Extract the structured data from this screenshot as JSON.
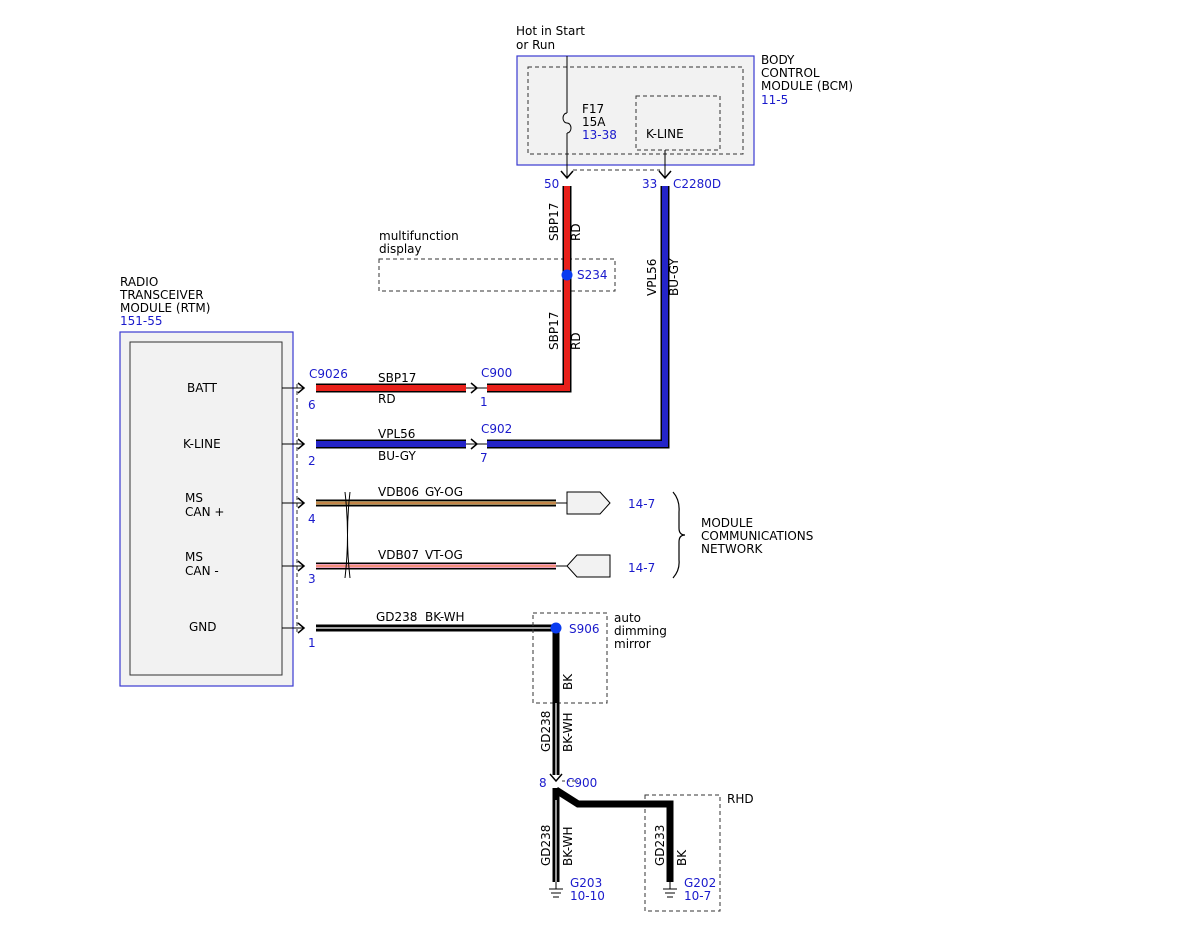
{
  "bcm": {
    "title": [
      "BODY",
      "CONTROL",
      "MODULE (BCM)"
    ],
    "ref": "11-5",
    "power_label": [
      "Hot in Start",
      "or Run"
    ],
    "fuse_name": "F17",
    "fuse_rating": "15A",
    "fuse_ref": "13-38",
    "kline_label": "K-LINE",
    "pin_power": "50",
    "pin_kline": "33",
    "connector": "C2280D"
  },
  "rtm": {
    "title": [
      "RADIO",
      "TRANSCEIVER",
      "MODULE (RTM)"
    ],
    "ref": "151-55",
    "connector": "C9026",
    "pins": [
      {
        "label": [
          "BATT"
        ],
        "pin": "6"
      },
      {
        "label": [
          "K-LINE"
        ],
        "pin": "2"
      },
      {
        "label": [
          "MS",
          "CAN +"
        ],
        "pin": "4"
      },
      {
        "label": [
          "MS",
          "CAN -"
        ],
        "pin": "3"
      },
      {
        "label": [
          "GND"
        ],
        "pin": "1"
      }
    ]
  },
  "mfd": {
    "label": [
      "multifunction",
      "display"
    ],
    "splice": "S234"
  },
  "wires": {
    "sbp17": {
      "circuit": "SBP17",
      "color": "RD",
      "hex": "#e8201a"
    },
    "vpl56": {
      "circuit": "VPL56",
      "color": "BU-GY",
      "hex": "#2424c8"
    },
    "vdb06": {
      "circuit": "VDB06",
      "color": "GY-OG",
      "hex": "#9a8a60"
    },
    "vdb07": {
      "circuit": "VDB07",
      "color": "VT-OG",
      "hex": "#f0a0c0"
    },
    "gd238": {
      "circuit": "GD238",
      "color": "BK-WH",
      "hex": "#000000"
    },
    "bk": {
      "color": "BK"
    },
    "gd233": {
      "circuit": "GD233",
      "color": "BK"
    }
  },
  "connectors": {
    "c900_top": {
      "name": "C900",
      "pin": "1"
    },
    "c902": {
      "name": "C902",
      "pin": "7"
    },
    "c900_bottom": {
      "name": "C900",
      "pin": "8"
    }
  },
  "network": {
    "ref_plus": "14-7",
    "ref_minus": "14-7",
    "label": [
      "MODULE",
      "COMMUNICATIONS",
      "NETWORK"
    ]
  },
  "mirror": {
    "splice": "S906",
    "label": [
      "auto",
      "dimming",
      "mirror"
    ]
  },
  "rhd": {
    "label": "RHD"
  },
  "grounds": {
    "g203": {
      "name": "G203",
      "ref": "10-10"
    },
    "g202": {
      "name": "G202",
      "ref": "10-7"
    }
  },
  "colors": {
    "accent_blue": "#1a1acc",
    "module_border": "#3a3ad0",
    "module_fill": "#f2f2f2",
    "splice_dot": "#0a3cf0"
  }
}
